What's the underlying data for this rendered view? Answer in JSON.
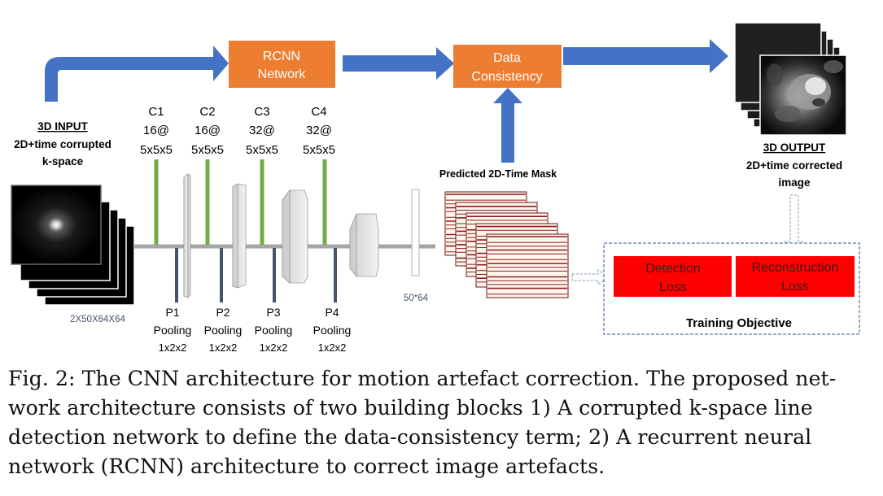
{
  "nodes": {
    "rcnn": {
      "line1": "RCNN",
      "line2": "Network"
    },
    "data_consistency": {
      "line1": "Data",
      "line2": "Consistency"
    },
    "detection_loss": {
      "line1": "Detection",
      "line2": "Loss"
    },
    "reconstruction_loss": {
      "line1": "Reconstruction",
      "line2": "Loss"
    }
  },
  "input": {
    "title": "3D INPUT",
    "line1": "2D+time corrupted",
    "line2": "k-space",
    "dims": "2X50X64X64"
  },
  "output": {
    "title": "3D OUTPUT",
    "line1": "2D+time corrected",
    "line2": "image"
  },
  "conv_layers": [
    {
      "name": "C1",
      "filters": "16@",
      "kernel": "5x5x5"
    },
    {
      "name": "C2",
      "filters": "16@",
      "kernel": "5x5x5"
    },
    {
      "name": "C3",
      "filters": "32@",
      "kernel": "5x5x5"
    },
    {
      "name": "C4",
      "filters": "32@",
      "kernel": "5x5x5"
    }
  ],
  "pool_layers": [
    {
      "name": "P1",
      "type": "Pooling",
      "size": "1x2x2"
    },
    {
      "name": "P2",
      "type": "Pooling",
      "size": "1x2x2"
    },
    {
      "name": "P3",
      "type": "Pooling",
      "size": "1x2x2"
    },
    {
      "name": "P4",
      "type": "Pooling",
      "size": "1x2x2"
    }
  ],
  "fc_label": "50*64",
  "mask_label": "Predicted 2D-Time Mask",
  "training_objective": "Training Objective",
  "caption": {
    "line1": "Fig. 2: The CNN architecture for motion artefact correction. The proposed net-",
    "line2": "work architecture consists of two building blocks 1) A corrupted k-space line",
    "line3": "detection network to define the data-consistency term; 2) A recurrent neural",
    "line4": "network (RCNN) architecture to correct image artefacts."
  },
  "colors": {
    "arrow_blue": "#4472c4",
    "box_orange": "#ed7d31",
    "loss_red": "#ff0000",
    "conv_green": "#70ad47",
    "pool_navy": "#44546a",
    "mask_stripe": "#8b1a1a"
  }
}
